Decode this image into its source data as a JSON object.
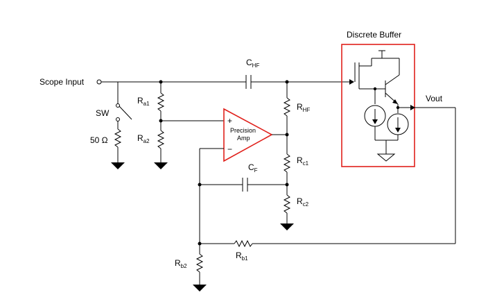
{
  "labels": {
    "scope_input": "Scope Input",
    "switch": "SW",
    "termination": "50 Ω",
    "buffer_title": "Discrete Buffer",
    "vout": "Vout",
    "amp_line1": "Precision",
    "amp_line2": "Amp",
    "amp_plus": "+",
    "amp_minus": "−"
  },
  "components": {
    "c_hf": {
      "base": "C",
      "sub": "HF"
    },
    "r_a1": {
      "base": "R",
      "sub": "a1"
    },
    "r_a2": {
      "base": "R",
      "sub": "a2"
    },
    "r_hf": {
      "base": "R",
      "sub": "HF"
    },
    "r_c1": {
      "base": "R",
      "sub": "c1"
    },
    "r_c2": {
      "base": "R",
      "sub": "c2"
    },
    "c_f": {
      "base": "C",
      "sub": "F"
    },
    "r_b1": {
      "base": "R",
      "sub": "b1"
    },
    "r_b2": {
      "base": "R",
      "sub": "b2"
    }
  },
  "colors": {
    "wire": "#000000",
    "highlight": "#e0201b"
  }
}
